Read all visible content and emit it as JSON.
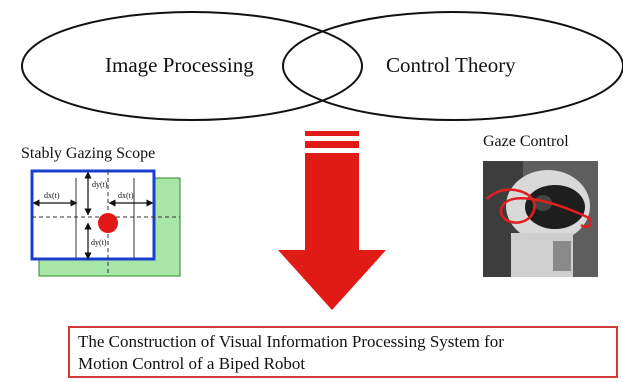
{
  "venn": {
    "left_label": "Image Processing",
    "right_label": "Control Theory"
  },
  "left_panel": {
    "title": "Stably Gazing Scope",
    "dim_labels": {
      "top": "dy(t)",
      "left": "dx(t)",
      "right": "dx(t)",
      "bottom": "dy(t)"
    },
    "colors": {
      "scope_fill": "#a8e6a8",
      "frame": "#1a3fd0",
      "target": "#e01818"
    }
  },
  "right_panel": {
    "title": "Gaze Control"
  },
  "arrow": {
    "color": "#e01a14",
    "icon": "down-arrow-icon"
  },
  "conclusion": {
    "line1": "The Construction of Visual Information Processing System for",
    "line2": "Motion Control of a Biped Robot",
    "border_color": "#d23a3a"
  }
}
